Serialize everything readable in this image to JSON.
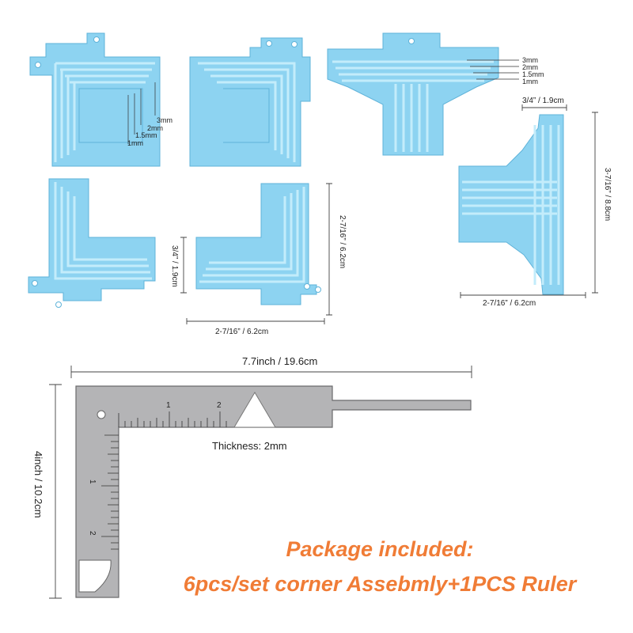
{
  "colors": {
    "piece_fill": "#8dd3f1",
    "piece_light": "#c3ecfb",
    "piece_shadow": "#5fb3d9",
    "ruler_fill": "#b4b4b6",
    "ruler_dark": "#6a6a6c",
    "dim_line": "#444444",
    "caption": "#f07c36"
  },
  "corner_labels": {
    "thicknesses": [
      "3mm",
      "2mm",
      "1.5mm",
      "1mm"
    ],
    "piece5_top": "3/4” / 1.9cm",
    "piece5_side": "3-7/16” / 8.8cm",
    "piece5_bottom": "2-7/16” / 6.2cm",
    "left_pair_height": "3/4” / 1.9cm",
    "left_pair_side": "2-7/16” / 6.2cm",
    "left_pair_bottom": "2-7/16” / 6.2cm"
  },
  "ruler": {
    "width_label": "7.7inch / 19.6cm",
    "height_label": "4inch / 10.2cm",
    "thickness_label": "Thickness: 2mm",
    "scale_numbers": [
      "1",
      "2"
    ]
  },
  "caption": {
    "line1": "Package included:",
    "line2": "6pcs/set corner Assebmly+1PCS Ruler"
  }
}
